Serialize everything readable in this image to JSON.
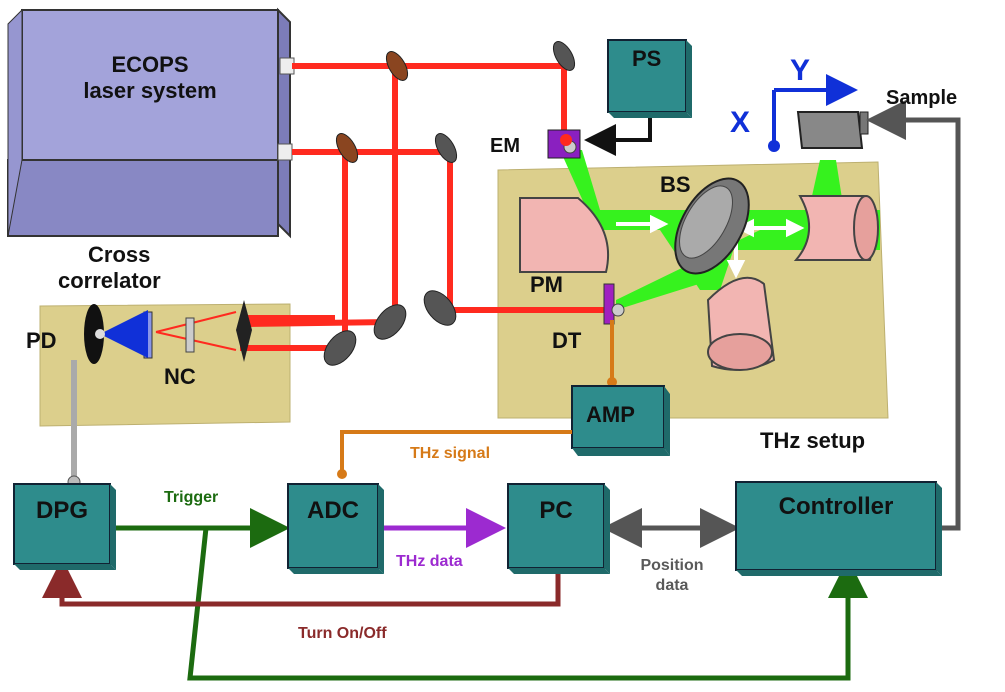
{
  "labels": {
    "laser_line1": "ECOPS",
    "laser_line2": "laser system",
    "cross_line1": "Cross",
    "cross_line2": "correlator",
    "pd": "PD",
    "nc": "NC",
    "ps": "PS",
    "em": "EM",
    "bs": "BS",
    "pm": "PM",
    "dt": "DT",
    "amp": "AMP",
    "x": "X",
    "y": "Y",
    "sample": "Sample",
    "thz_setup": "THz setup",
    "dpg": "DPG",
    "adc": "ADC",
    "pc": "PC",
    "controller": "Controller",
    "thz_signal": "THz signal",
    "trigger": "Trigger",
    "thz_data": "THz data",
    "position_line1": "Position",
    "position_line2": "data",
    "turn_onoff": "Turn On/Off"
  },
  "colors": {
    "laser_box": "#a3a3da",
    "table": "#dccf8c",
    "module": "#2e8c8c",
    "laser_beam": "#ff2a1f",
    "thz_beam": "#36f21e",
    "trigger_line": "#1c6b10",
    "turn_line": "#8a2a2a",
    "data_line": "#9c2ad0",
    "signal_line": "#d67a18",
    "position_line": "#595959",
    "axis": "#1030d8"
  }
}
